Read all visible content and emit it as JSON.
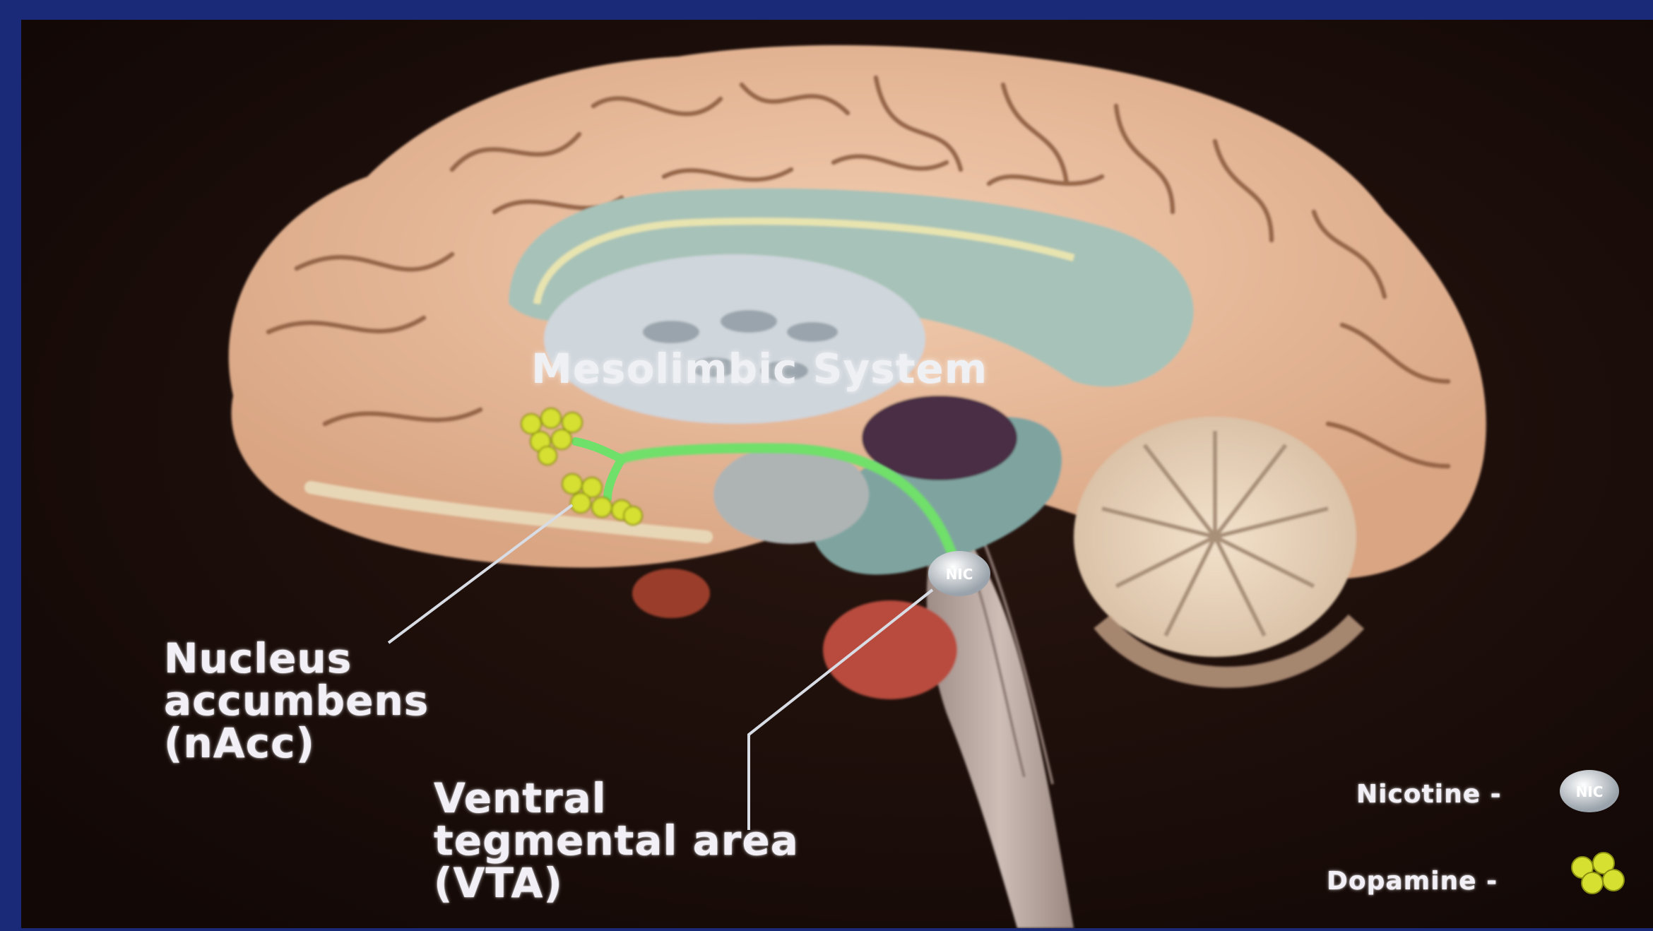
{
  "diagram": {
    "title": "Mesolimbic System",
    "labels": {
      "nacc": [
        "Nucleus",
        "accumbens",
        "(nAcc)"
      ],
      "vta": [
        "Ventral",
        "tegmental area",
        "(VTA)"
      ]
    },
    "legend": {
      "nicotine": "Nicotine -",
      "dopamine": "Dopamine -",
      "nicotine_marker": "NIC"
    }
  },
  "colors": {
    "pathway": "#6fe06a",
    "dopamine": "#d6e030",
    "screen_frame": "#1a2a78",
    "background": "#1a0e0a"
  },
  "icons": [
    "nicotine-molecule-icon",
    "dopamine-molecule-icon"
  ]
}
